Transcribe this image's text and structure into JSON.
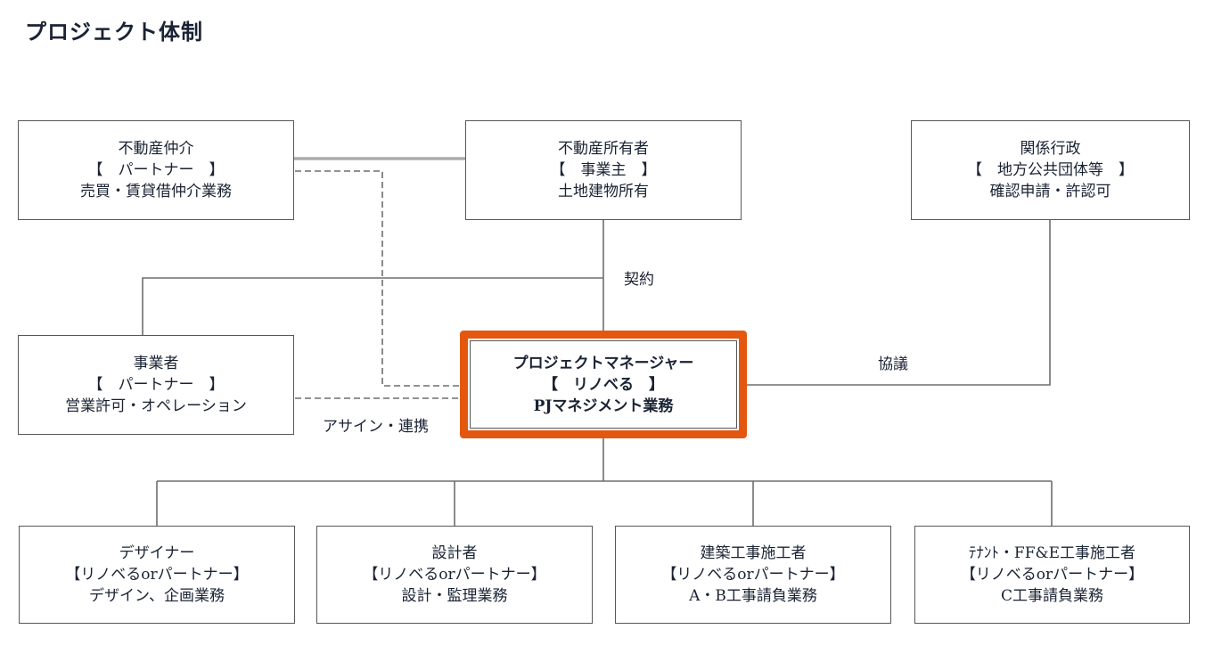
{
  "title": "プロジェクト体制",
  "boxes": {
    "realtor": {
      "line1": "不動産仲介",
      "line2": "【　パートナー　】",
      "line3": "売買・賃貸借仲介業務"
    },
    "owner": {
      "line1": "不動産所有者",
      "line2": "【　事業主　】",
      "line3": "土地建物所有"
    },
    "government": {
      "line1": "関係行政",
      "line2": "【　地方公共団体等　】",
      "line3": "確認申請・許認可"
    },
    "operator": {
      "line1": "事業者",
      "line2": "【　パートナー　】",
      "line3": "営業許可・オペレーション"
    },
    "pm": {
      "line1": "プロジェクトマネージャー",
      "line2": "【　リノベる　】",
      "line3": "PJマネジメント業務"
    },
    "designer": {
      "line1": "デザイナー",
      "line2": "【リノベるorパートナー】",
      "line3": "デザイン、企画業務"
    },
    "architect": {
      "line1": "設計者",
      "line2": "【リノベるorパートナー】",
      "line3": "設計・監理業務"
    },
    "builder": {
      "line1": "建築工事施工者",
      "line2": "【リノベるorパートナー】",
      "line3": "A・B工事請負業務"
    },
    "tenant": {
      "line1": "ﾃﾅﾝﾄ・FF&E工事施工者",
      "line2": "【リノベるorパートナー】",
      "line3": "C工事請負業務"
    }
  },
  "edge_labels": {
    "contract": "契約",
    "consultation": "協議",
    "assign": "アサイン・連携"
  },
  "colors": {
    "highlight_border": "#E4570F",
    "connector_line": "#6e6e6e",
    "light_connector_line": "#ababab",
    "box_border": "#575757",
    "text": "#1a2333",
    "background": "#ffffff"
  }
}
